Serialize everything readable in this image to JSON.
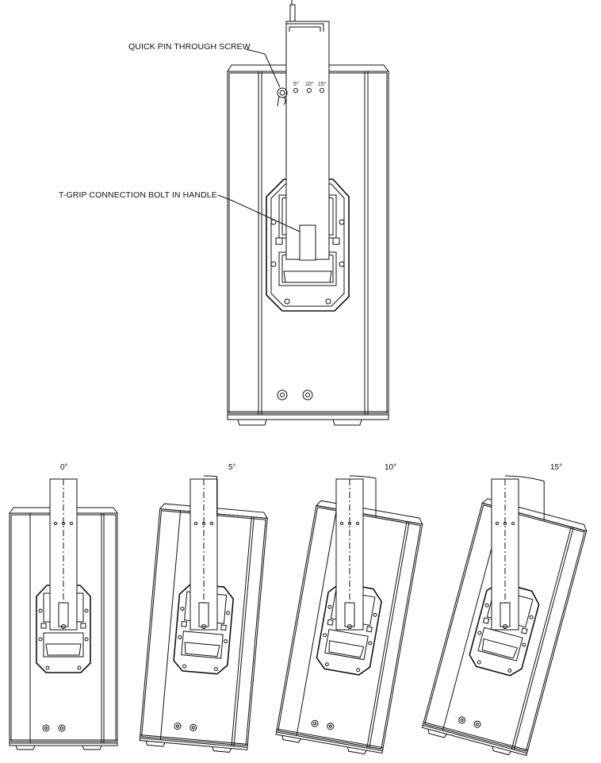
{
  "callouts": {
    "quick_pin": "QUICK PIN THROUGH SCREW",
    "t_grip": "T-GRIP CONNECTION BOLT IN HANDLE"
  },
  "bracket_marks": [
    "5°",
    "10°",
    "15°"
  ],
  "angle_views": [
    {
      "label": "0°",
      "tilt": 0
    },
    {
      "label": "5°",
      "tilt": 5
    },
    {
      "label": "10°",
      "tilt": 10
    },
    {
      "label": "15°",
      "tilt": 15
    }
  ],
  "colors": {
    "line": "#111111",
    "background": "#ffffff"
  }
}
